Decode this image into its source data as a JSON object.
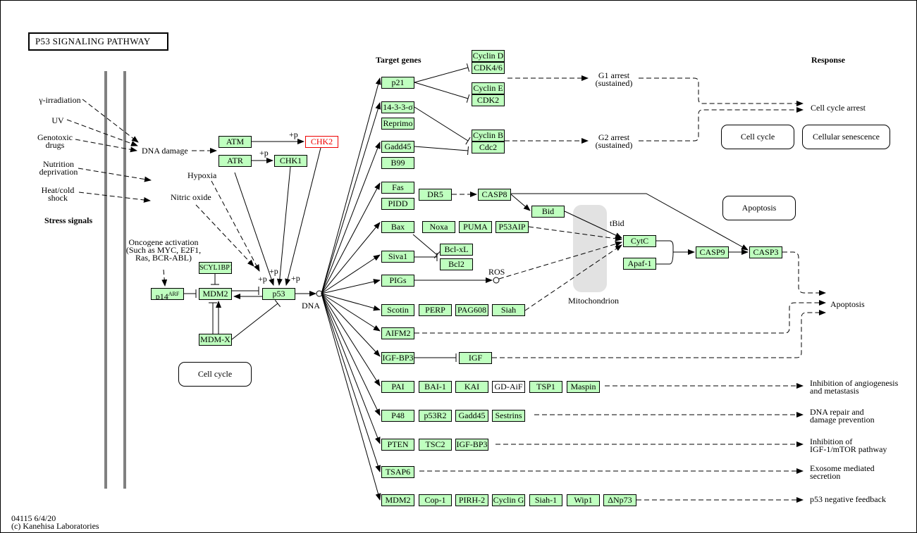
{
  "title": "P53 SIGNALING PATHWAY",
  "footer": {
    "id_date": "04115 6/4/20",
    "copyright": "(c) Kanehisa Laboratories"
  },
  "colors": {
    "gene_fill": "#bfffbf",
    "highlight": "#e00000",
    "membrane": "#808080",
    "mitochondrion": "#e2e2e2"
  },
  "headers": {
    "stress": "Stress signals",
    "targets": "Target genes",
    "response": "Response"
  },
  "stress_signals": [
    "γ-irradiation",
    "UV",
    "Genotoxic drugs",
    "Nutrition deprivation",
    "Heat/cold shock"
  ],
  "labels": {
    "dna_damage": "DNA damage",
    "hypoxia": "Hypoxia",
    "nitric_oxide": "Nitric oxide",
    "oncogene_1": "Oncogene activation",
    "oncogene_2": "(Such as MYC, E2F1,",
    "oncogene_3": "Ras, BCR-ABL)",
    "dna": "DNA",
    "plus_p": "+p",
    "ros": "ROS",
    "tbid": "tBid",
    "mitochondrion": "Mitochondrion",
    "g1_arrest": "G1 arrest",
    "g2_arrest": "G2 arrest",
    "sustained": "(sustained)",
    "cell_cycle_arrest": "Cell cycle arrest",
    "apoptosis": "Apoptosis"
  },
  "stress_label_lines": {
    "s0": [
      "γ-irradiation"
    ],
    "s1": [
      "UV"
    ],
    "s2": [
      "Genotoxic",
      "drugs"
    ],
    "s3": [
      "Nutrition",
      "deprivation"
    ],
    "s4": [
      "Heat/cold",
      "shock"
    ]
  },
  "core_genes": {
    "atm": "ATM",
    "atr": "ATR",
    "chk2": "CHK2",
    "chk1": "CHK1",
    "p14": "p14",
    "p14_sup": "ARF",
    "scyl1bp1": "SCYL1BP1",
    "mdm2": "MDM2",
    "mdmx": "MDM-X",
    "p53": "p53"
  },
  "target_genes": {
    "p21": "p21",
    "s1433": "14-3-3-σ",
    "reprimo": "Reprimo",
    "gadd45a": "Gadd45",
    "b99": "B99",
    "fas": "Fas",
    "pidd": "PIDD",
    "dr5": "DR5",
    "casp8": "CASP8",
    "bid": "Bid",
    "bax": "Bax",
    "noxa": "Noxa",
    "puma": "PUMA",
    "p53aip": "P53AIP",
    "bclxl": "Bcl-xL",
    "bcl2": "Bcl2",
    "siva1": "Siva1",
    "pigs": "PIGs",
    "scotin": "Scotin",
    "perp": "PERP",
    "pag608": "PAG608",
    "siah": "Siah",
    "cytc": "CytC",
    "apaf1": "Apaf-1",
    "casp9": "CASP9",
    "casp3": "CASP3",
    "aifm2": "AIFM2",
    "igfbp3a": "IGF-BP3",
    "igf": "IGF",
    "pai": "PAI",
    "bai1": "BAI-1",
    "kai": "KAI",
    "gdaif": "GD-AiF",
    "tsp1": "TSP1",
    "maspin": "Maspin",
    "p48": "P48",
    "p53r2": "p53R2",
    "gadd45b": "Gadd45",
    "sestrins": "Sestrins",
    "pten": "PTEN",
    "tsc2": "TSC2",
    "igfbp3b": "IGF-BP3",
    "tsap6": "TSAP6",
    "mdm2b": "MDM2",
    "cop1": "Cop-1",
    "pirh2": "PIRH-2",
    "cycling": "Cyclin G",
    "siah1": "Siah-1",
    "wip1": "Wip1",
    "dnp73": "ΔNp73",
    "cycd": "Cyclin D",
    "cdk46": "CDK4/6",
    "cyce": "Cyclin E",
    "cdk2": "CDK2",
    "cycb": "Cyclin B",
    "cdc2": "Cdc2"
  },
  "maps": {
    "cell_cycle": "Cell cycle",
    "senescence": "Cellular senescence",
    "apoptosis": "Apoptosis",
    "cell_cycle_left": "Cell cycle"
  },
  "outcomes": {
    "angio_1": "Inhibition of angiogenesis",
    "angio_2": "and metastasis",
    "repair_1": "DNA repair and",
    "repair_2": "damage prevention",
    "igf_1": "Inhibition of",
    "igf_2": "IGF-1/mTOR pathway",
    "exo_1": "Exosome mediated",
    "exo_2": "secretion",
    "feedback": "p53 negative feedback"
  }
}
